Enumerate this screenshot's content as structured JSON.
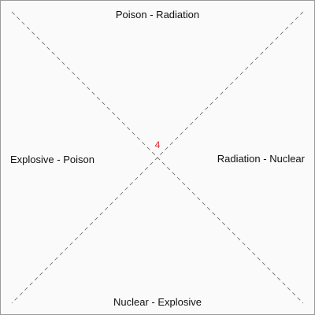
{
  "diagram": {
    "top_label": "Poison - Radiation",
    "right_label": "Radiation - Nuclear",
    "bottom_label": "Nuclear - Explosive",
    "left_label": "Explosive - Poison",
    "center_value": "4",
    "line_color": "#666666",
    "center_value_color": "#e8222a"
  }
}
